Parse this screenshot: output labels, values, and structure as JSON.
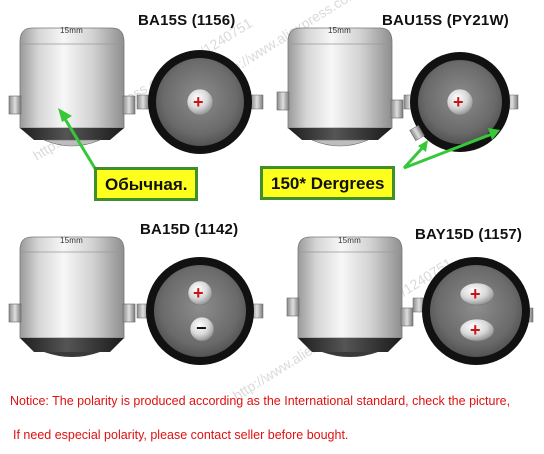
{
  "diagrams": [
    {
      "title": "BA15S (1156)",
      "dimension": "15mm",
      "contacts": [
        "+"
      ]
    },
    {
      "title": "BAU15S (PY21W)",
      "dimension": "15mm",
      "contacts": [
        "+"
      ]
    },
    {
      "title": "BA15D (1142)",
      "dimension": "15mm",
      "contacts": [
        "+",
        "−"
      ]
    },
    {
      "title": "BAY15D (1157)",
      "dimension": "15mm",
      "contacts": [
        "+",
        "+"
      ]
    }
  ],
  "callouts": {
    "left": "Обычная.",
    "right": "150* Dergrees"
  },
  "notice": {
    "line1": "Notice: The polarity is produced according as the International standard, check the picture,",
    "line2": "If need especial polarity, please contact seller before bought."
  },
  "watermark": "http://www.aliexpress.com/store/1240751",
  "colors": {
    "notice_text": "#e01010",
    "callout_fill": "#ffff1e",
    "callout_border": "#3f8f2a",
    "arrow": "#37c83a",
    "contact_red": "#c81414"
  }
}
